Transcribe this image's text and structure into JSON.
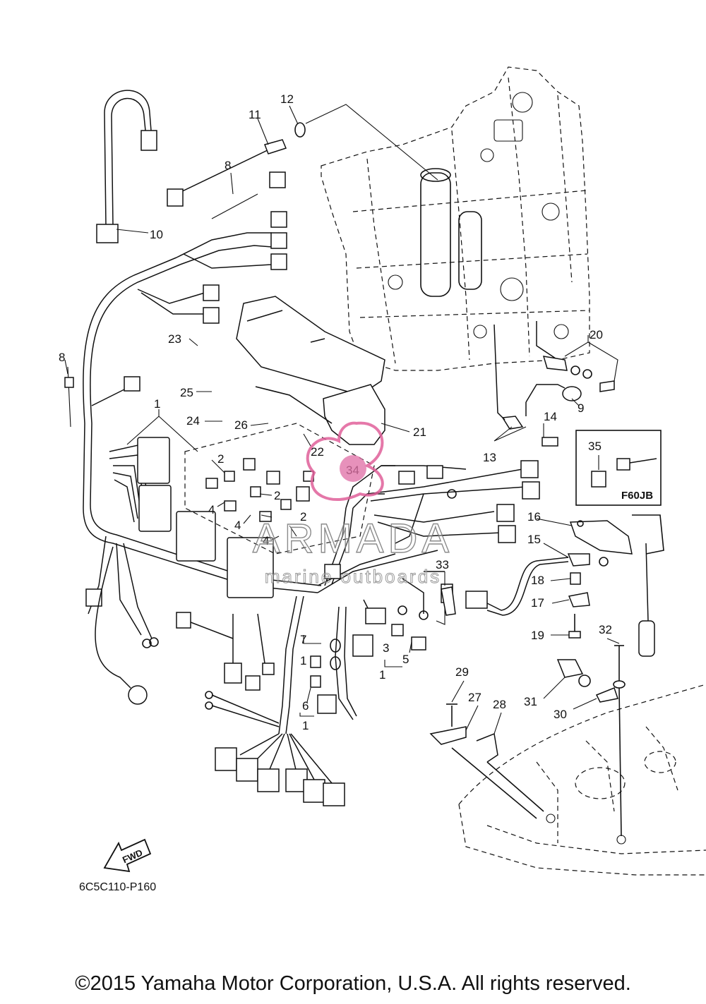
{
  "callouts": [
    "1",
    "2",
    "3",
    "4",
    "5",
    "6",
    "7",
    "8",
    "9",
    "10",
    "11",
    "12",
    "13",
    "14",
    "15",
    "16",
    "17",
    "18",
    "19",
    "20",
    "21",
    "22",
    "23",
    "24",
    "25",
    "26",
    "27",
    "28",
    "29",
    "30",
    "31",
    "32",
    "33",
    "34",
    "35"
  ],
  "inset": {
    "part_number": "35",
    "model": "F60JB"
  },
  "fwd_label": "FWD",
  "drawing_code": "6C5C110-P160",
  "watermark": {
    "brand": "ARMADA",
    "tagline": "marine outboards",
    "accent_color": "#e0609a"
  },
  "copyright": "©2015 Yamaha Motor Corporation, U.S.A. All rights reserved."
}
